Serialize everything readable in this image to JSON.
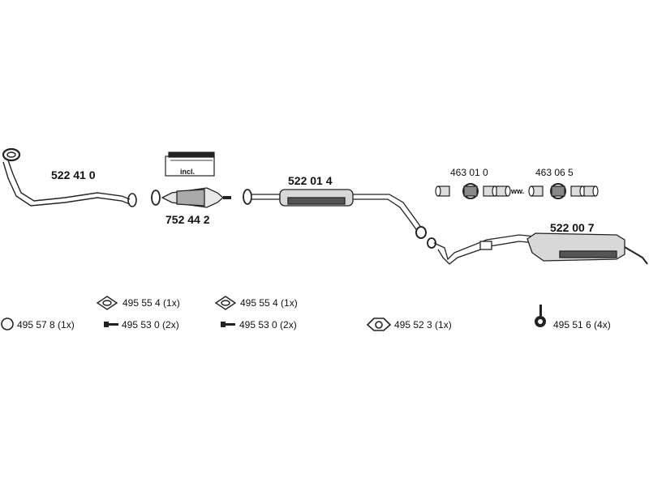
{
  "parts": {
    "front_pipe": "522 41 0",
    "catalyst": "752 44 2",
    "catalyst_incl": "incl.",
    "middle_pipe": "522 01 4",
    "rear_silencer": "522 00 7",
    "clamp_a": "463 01 0",
    "clamp_b": "463 06 5",
    "clamp_sep": "ww."
  },
  "accessories": {
    "gasket_1": "495 55 4 (1x)",
    "gasket_2": "495 55 4 (1x)",
    "ring": "495 57 8 (1x)",
    "bolt_1": "495 53 0 (2x)",
    "bolt_2": "495 53 0 (2x)",
    "flange_gasket": "495 52 3 (1x)",
    "hanger": "495 51 6 (4x)"
  }
}
